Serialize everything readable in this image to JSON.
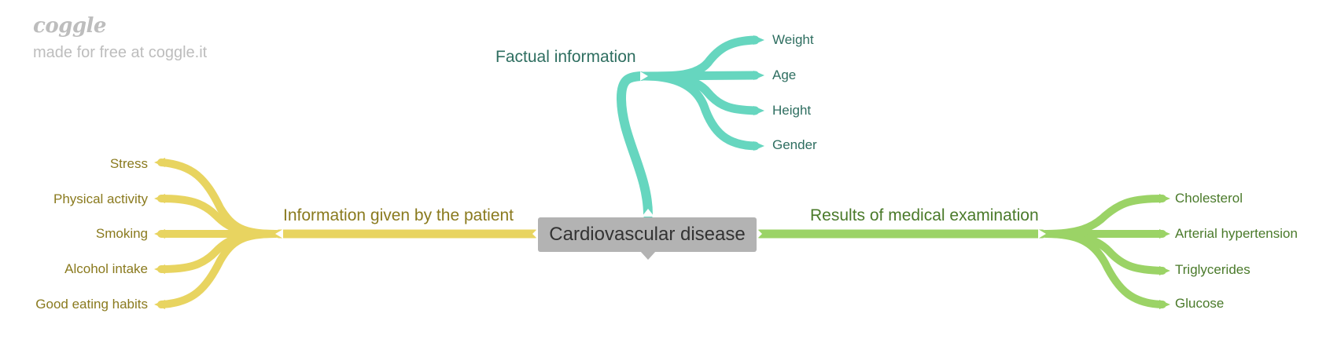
{
  "watermark": {
    "logo": "coggle",
    "subtitle": "made for free at coggle.it"
  },
  "root": {
    "label": "Cardiovascular disease"
  },
  "branches": {
    "factual": {
      "label": "Factual information",
      "color": "#66d6bf",
      "children": [
        "Weight",
        "Age",
        "Height",
        "Gender"
      ]
    },
    "patient": {
      "label": "Information given by the patient",
      "color": "#e8d460",
      "children": [
        "Stress",
        "Physical activity",
        "Smoking",
        "Alcohol intake",
        "Good eating habits"
      ]
    },
    "medical": {
      "label": "Results of medical examination",
      "color": "#9bd366",
      "children": [
        "Cholesterol",
        "Arterial hypertension",
        "Triglycerides",
        "Glucose"
      ]
    }
  }
}
